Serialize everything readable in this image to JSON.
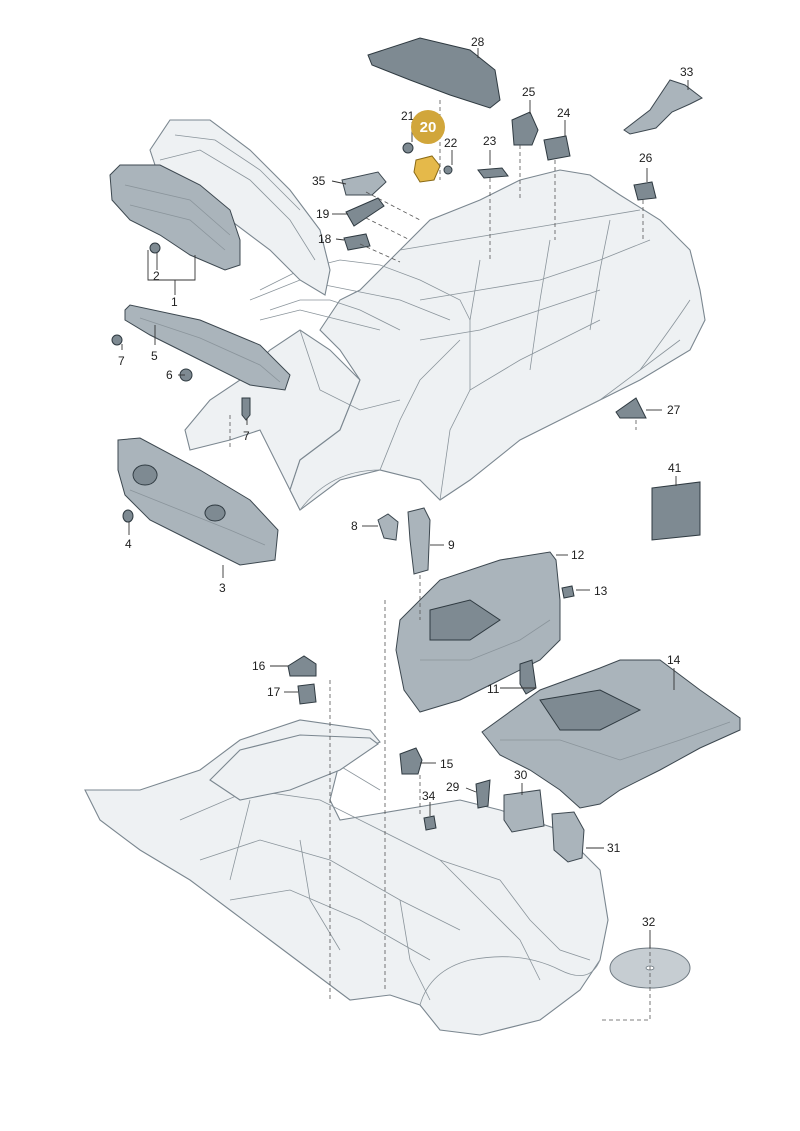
{
  "highlight": {
    "label": "20",
    "color": "#d1a63b"
  },
  "callouts": {
    "c1": "1",
    "c2": "2",
    "c3": "3",
    "c4": "4",
    "c5": "5",
    "c6": "6",
    "c7a": "7",
    "c7b": "7",
    "c8": "8",
    "c9": "9",
    "c11": "11",
    "c12": "12",
    "c13": "13",
    "c14": "14",
    "c15": "15",
    "c16": "16",
    "c17": "17",
    "c18": "18",
    "c19": "19",
    "c21": "21",
    "c22": "22",
    "c23": "23",
    "c24": "24",
    "c25": "25",
    "c26": "26",
    "c27": "27",
    "c28": "28",
    "c29": "29",
    "c30": "30",
    "c31": "31",
    "c32": "32",
    "c33": "33",
    "c34": "34",
    "c35": "35",
    "c41": "41"
  },
  "colors": {
    "body": "#eef1f3",
    "part": "#aab4bb",
    "dark_part": "#7e8a92"
  }
}
